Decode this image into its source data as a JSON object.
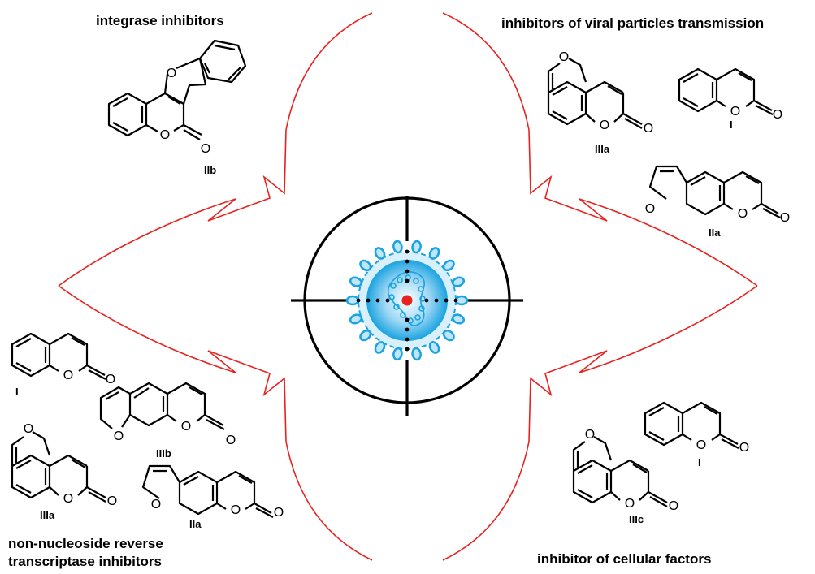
{
  "groups": {
    "integrase": {
      "title": "integrase inhibitors",
      "compounds": [
        "IIb"
      ]
    },
    "transmission": {
      "title": "inhibitors of viral particles transmission",
      "compounds": [
        "IIIa",
        "I",
        "IIa"
      ]
    },
    "nnrti": {
      "title_line1": "non-nucleoside reverse",
      "title_line2": "transcriptase inhibitors",
      "compounds": [
        "I",
        "IIIb",
        "IIIa",
        "IIa"
      ]
    },
    "cellular": {
      "title": "inhibitor of cellular factors",
      "compounds": [
        "I",
        "IIIc"
      ]
    }
  },
  "atoms": {
    "oxygen": "O"
  },
  "colors": {
    "arrow": "#e8231f",
    "crosshair": "#000000",
    "virus": "#1aa3e0",
    "virus_light": "#bfe6fa",
    "target_dot": "#e8231f"
  },
  "icons": {
    "center": "target-crosshair-virus-icon",
    "arrows": "curved-arrow-icon"
  }
}
